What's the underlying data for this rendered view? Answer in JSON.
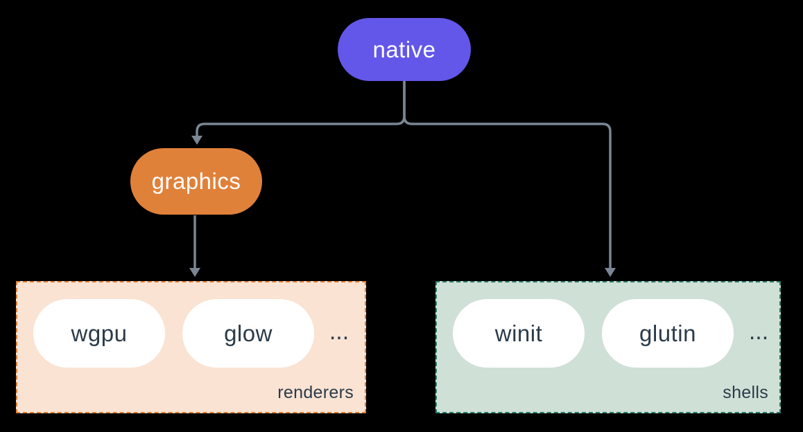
{
  "diagram": {
    "nodes": {
      "native": {
        "label": "native"
      },
      "graphics": {
        "label": "graphics"
      }
    },
    "groups": {
      "renderers": {
        "label": "renderers",
        "items": [
          "wgpu",
          "glow"
        ],
        "ellipsis": "..."
      },
      "shells": {
        "label": "shells",
        "items": [
          "winit",
          "glutin"
        ],
        "ellipsis": "..."
      }
    },
    "edges": [
      {
        "from": "native",
        "to": "graphics"
      },
      {
        "from": "native",
        "to": "shells"
      },
      {
        "from": "graphics",
        "to": "renderers"
      }
    ]
  },
  "colors": {
    "page-bg": "#000000",
    "native-fill": "#6357e9",
    "graphics-fill": "#e0813a",
    "renderers-bg": "#fae3d3",
    "renderers-border": "#e07f35",
    "shells-bg": "#cfe0d6",
    "shells-border": "#2a7a6a",
    "pill-bg": "#ffffff",
    "text-dark": "#2b3b49",
    "connector": "#7a8694"
  }
}
